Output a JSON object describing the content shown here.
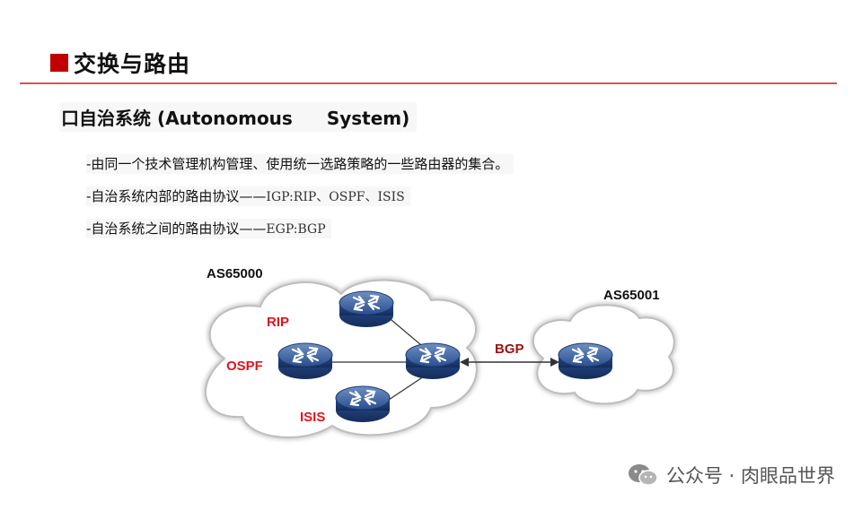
{
  "header": {
    "title": "交换与路由"
  },
  "subtitle": {
    "cn": "口自治系统",
    "en_a": "(Autonomous",
    "en_b": "System)"
  },
  "bullets": [
    {
      "cn": "-由同一个技术管理机构管理、使用统一选路策略的一些路由器的集合。",
      "en": ""
    },
    {
      "cn": "-自治系统内部的路由协议——",
      "en": "IGP:RIP、OSPF、ISIS"
    },
    {
      "cn": "-自治系统之间的路由协议——",
      "en": "EGP:BGP"
    }
  ],
  "diagram": {
    "as_left": "AS65000",
    "as_right": "AS65001",
    "protocols": {
      "rip": "RIP",
      "ospf": "OSPF",
      "isis": "ISIS",
      "bgp": "BGP"
    }
  },
  "watermark": {
    "text": "公众号 · 肉眼品世界"
  },
  "colors": {
    "accent": "#c00000",
    "protocol_red": "#e0141c",
    "router_blue": "#2a4f8f"
  }
}
